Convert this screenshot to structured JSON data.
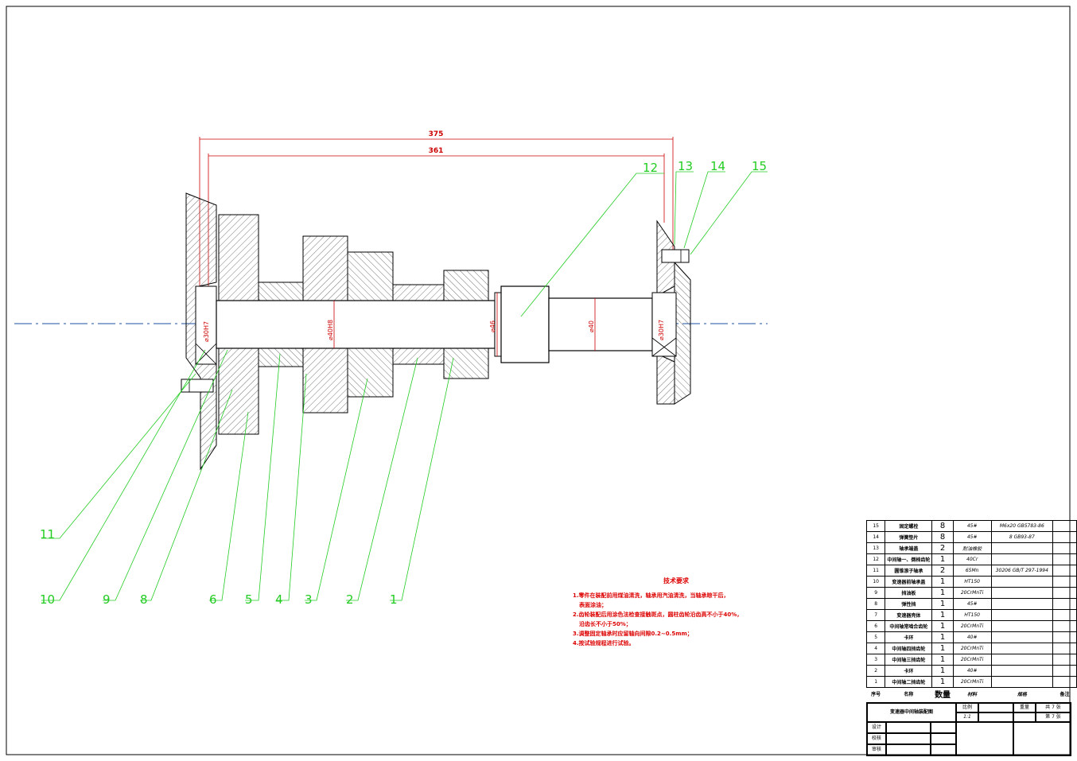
{
  "dimensions": {
    "overall_length": "375",
    "span_length": "361"
  },
  "diameter_labels": {
    "left_bearing": "⌀30H7",
    "shaft_fit": "⌀40H8",
    "collar": "⌀46",
    "shaft": "⌀40",
    "right_bearing": "⌀30H7"
  },
  "balloons": [
    "1",
    "2",
    "3",
    "4",
    "5",
    "6",
    "8",
    "9",
    "10",
    "11",
    "12",
    "13",
    "14",
    "15"
  ],
  "tech_requirements": {
    "title": "技术要求",
    "items": [
      "1.零件在装配前用煤油清洗，轴承用汽油清洗，当轴承晾干后，",
      "表面涂油；",
      "2.齿轮装配后用涂色法检查接触斑点，圆柱齿轮沿齿高不小于40%，",
      "沿齿长不小于50%；",
      "3.调整固定轴承时应留轴向间隙0.2~0.5mm；",
      "4.按试验规程进行试验。"
    ]
  },
  "bom": {
    "rows": [
      {
        "no": "15",
        "name": "固定螺栓",
        "qty": "8",
        "material": "45#",
        "spec": "M6x20 GB5783-86",
        "remark": ""
      },
      {
        "no": "14",
        "name": "弹簧垫片",
        "qty": "8",
        "material": "45#",
        "spec": "8 GB93-87",
        "remark": ""
      },
      {
        "no": "13",
        "name": "轴承端盖",
        "qty": "2",
        "material": "耐油橡胶",
        "spec": "",
        "remark": ""
      },
      {
        "no": "12",
        "name": "中间轴一、倒档齿轮",
        "qty": "1",
        "material": "40Cr",
        "spec": "",
        "remark": ""
      },
      {
        "no": "11",
        "name": "圆锥滚子轴承",
        "qty": "2",
        "material": "65Mn",
        "spec": "30206 GB/T 297-1994",
        "remark": ""
      },
      {
        "no": "10",
        "name": "变速器前轴承盖",
        "qty": "1",
        "material": "HT150",
        "spec": "",
        "remark": ""
      },
      {
        "no": "9",
        "name": "挡油板",
        "qty": "1",
        "material": "20CrMnTi",
        "spec": "",
        "remark": ""
      },
      {
        "no": "8",
        "name": "弹性挡",
        "qty": "1",
        "material": "45#",
        "spec": "",
        "remark": ""
      },
      {
        "no": "7",
        "name": "变速器壳体",
        "qty": "1",
        "material": "HT150",
        "spec": "",
        "remark": ""
      },
      {
        "no": "6",
        "name": "中间轴常啮合齿轮",
        "qty": "1",
        "material": "20CrMnTi",
        "spec": "",
        "remark": ""
      },
      {
        "no": "5",
        "name": "卡环",
        "qty": "1",
        "material": "40#",
        "spec": "",
        "remark": ""
      },
      {
        "no": "4",
        "name": "中间轴四挡齿轮",
        "qty": "1",
        "material": "20CrMnTi",
        "spec": "",
        "remark": ""
      },
      {
        "no": "3",
        "name": "中间轴三挡齿轮",
        "qty": "1",
        "material": "20CrMnTi",
        "spec": "",
        "remark": ""
      },
      {
        "no": "2",
        "name": "卡环",
        "qty": "1",
        "material": "40#",
        "spec": "",
        "remark": ""
      },
      {
        "no": "1",
        "name": "中间轴二挡齿轮",
        "qty": "1",
        "material": "20CrMnTi",
        "spec": "",
        "remark": ""
      }
    ],
    "headers": {
      "no": "序号",
      "name": "名称",
      "qty": "数量",
      "material": "材料",
      "spec": "规格",
      "remark": "备注"
    }
  },
  "title_block": {
    "drawing_name": "变速器中间轴装配图",
    "scale_label": "比例",
    "scale_value": "1:1",
    "weight_label": "重量",
    "total_sheets": "共 7 张",
    "sheet_no": "第 7 张",
    "designer_label": "设计",
    "checker_label": "校核",
    "reviewer_label": "审核"
  },
  "colors": {
    "dimension": "#cc0000",
    "leader": "#22cc22",
    "centerline": "#1a4fa0",
    "outline": "#000000"
  }
}
